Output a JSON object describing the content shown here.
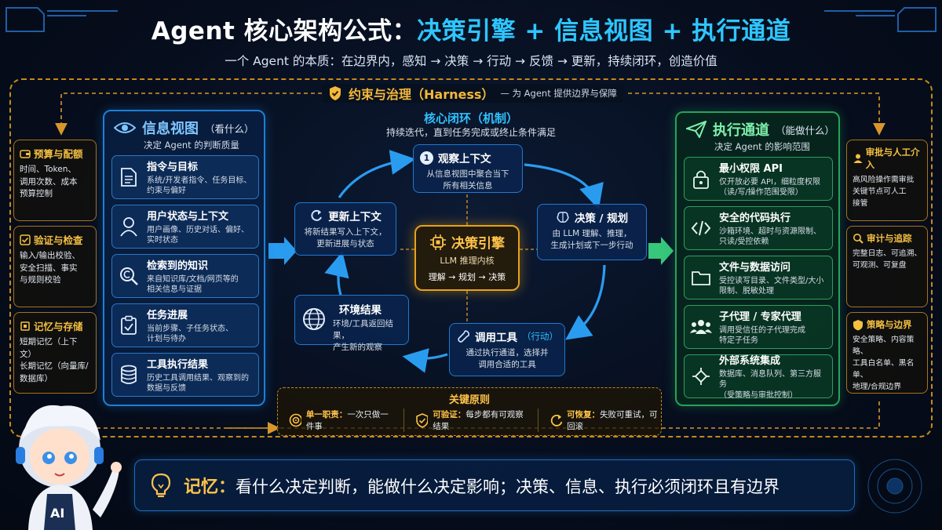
{
  "header": {
    "title_prefix": "Agent 核心架构公式：",
    "title_formula": "决策引擎 + 信息视图 + 执行通道",
    "subtitle": "一个 Agent 的本质：在边界内，感知 → 决策 → 行动 → 反馈 → 更新，持续闭环，创造价值"
  },
  "harness": {
    "title": "约束与治理（Harness）",
    "subtitle": "— 为 Agent 提供边界与保障"
  },
  "left_side": [
    {
      "title": "预算与配额",
      "desc": "时间、Token、\n调用次数、成本\n预算控制",
      "icon": "wallet-icon"
    },
    {
      "title": "验证与检查",
      "desc": "输入/输出校验、\n安全扫描、事实\n与规则校验",
      "icon": "checklist-icon"
    },
    {
      "title": "记忆与存储",
      "desc": "短期记忆（上下文）\n长期记忆（向量库/\n数据库）",
      "icon": "memory-icon"
    }
  ],
  "right_side": [
    {
      "title": "审批与人工介入",
      "desc": "高风险操作需审批\n关键节点可人工\n接管",
      "icon": "person-icon"
    },
    {
      "title": "审计与追踪",
      "desc": "完整日志、可追溯、\n可观测、可复盘",
      "icon": "audit-search-icon"
    },
    {
      "title": "策略与边界",
      "desc": "安全策略、内容策略、\n工具白名单、黑名单、\n地理/合规边界",
      "icon": "policy-shield-icon"
    }
  ],
  "info_view": {
    "title": "信息视图",
    "tag": "（看什么）",
    "subtitle": "决定 Agent 的判断质量",
    "items": [
      {
        "title": "指令与目标",
        "desc": "系统/开发者指令、任务目标、\n约束与偏好",
        "icon": "document-icon"
      },
      {
        "title": "用户状态与上下文",
        "desc": "用户画像、历史对话、偏好、\n实时状态",
        "icon": "user-icon"
      },
      {
        "title": "检索到的知识",
        "desc": "来自知识库/文档/网页等的\n相关信息与证据",
        "icon": "search-knowledge-icon"
      },
      {
        "title": "任务进展",
        "desc": "当前步骤、子任务状态、\n计划与待办",
        "icon": "clipboard-check-icon"
      },
      {
        "title": "工具执行结果",
        "desc": "历史工具调用结果、观察到的\n数据与反馈",
        "icon": "database-icon"
      }
    ]
  },
  "exec_channel": {
    "title": "执行通道",
    "tag": "（能做什么）",
    "subtitle": "决定 Agent 的影响范围",
    "items": [
      {
        "title": "最小权限 API",
        "desc": "仅开放必要 API，细粒度权限\n（读/写/操作范围受限）",
        "icon": "lock-icon"
      },
      {
        "title": "安全的代码执行",
        "desc": "沙箱环境、超时与资源限制、\n只读/受控依赖",
        "icon": "code-icon"
      },
      {
        "title": "文件与数据访问",
        "desc": "受控读写目录、文件类型/大小\n限制、脱敏处理",
        "icon": "folder-icon"
      },
      {
        "title": "子代理 / 专家代理",
        "desc": "调用受信任的子代理完成\n特定子任务",
        "icon": "group-icon"
      },
      {
        "title": "外部系统集成",
        "desc": "数据库、消息队列、第三方服务\n（受策略与审批控制）",
        "icon": "integration-icon"
      }
    ]
  },
  "loop": {
    "title": "核心闭环（机制）",
    "subtitle": "持续迭代，直到任务完成或终止条件满足",
    "observe": {
      "num": "1",
      "title": "观察上下文",
      "desc": "从信息视图中聚合当下\n所有相关信息"
    },
    "decide": {
      "title": "决策 / 规划",
      "desc": "由 LLM 理解、推理，\n生成计划或下一步行动"
    },
    "tool": {
      "title": "调用工具",
      "tag": "（行动）",
      "desc": "通过执行通道，选择并\n调用合适的工具"
    },
    "env": {
      "title": "环境结果",
      "desc": "环境/工具返回结果，\n产生新的观察"
    },
    "update": {
      "title": "更新上下文",
      "desc": "将新结果写入上下文，\n更新进展与状态"
    },
    "core": {
      "title": "决策引擎",
      "subtitle": "LLM 推理内核",
      "flow": "理解 → 规划 → 决策"
    }
  },
  "principles": {
    "title": "关键原则",
    "items": [
      {
        "key": "单一职责：",
        "val": "一次只做一件事",
        "icon": "target-icon"
      },
      {
        "key": "可验证：",
        "val": "每步都有可观察结果",
        "icon": "verify-shield-icon"
      },
      {
        "key": "可恢复：",
        "val": "失败可重试，可回滚",
        "icon": "recover-icon"
      }
    ]
  },
  "memory": {
    "key": "记忆：",
    "value": "看什么决定判断，能做什么决定影响；决策、信息、执行必须闭环且有边界"
  },
  "colors": {
    "info_blue": "#1e7fd6",
    "exec_green": "#25a35a",
    "harness_gold": "#c58a1a",
    "accent_cyan": "#2ec6ff"
  }
}
